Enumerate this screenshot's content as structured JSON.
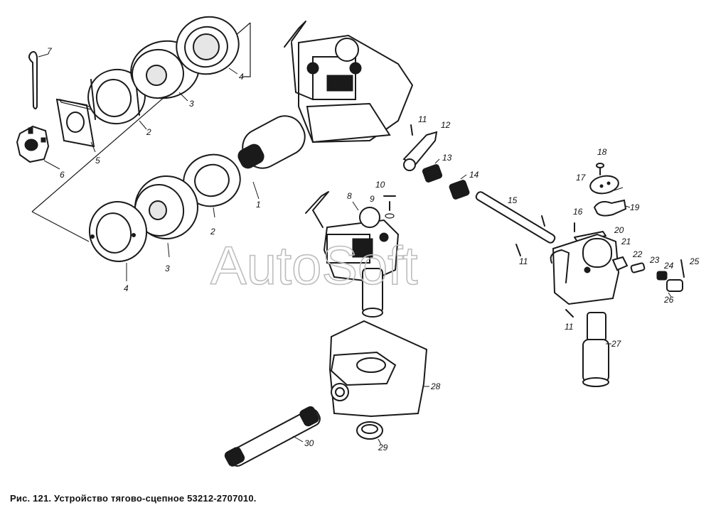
{
  "caption": "Рис. 121. Устройство тягово-сцепное 53212-2707010.",
  "watermark": "AutoSoft",
  "callouts": [
    "1",
    "2",
    "3",
    "4",
    "5",
    "6",
    "7",
    "8",
    "9",
    "10",
    "11",
    "12",
    "13",
    "14",
    "15",
    "16",
    "17",
    "18",
    "19",
    "20",
    "21",
    "22",
    "23",
    "24",
    "25",
    "26",
    "27",
    "28",
    "29",
    "30"
  ],
  "repeated_callouts": {
    "two": "2",
    "three": "3",
    "four": "4",
    "eleven": "11"
  }
}
